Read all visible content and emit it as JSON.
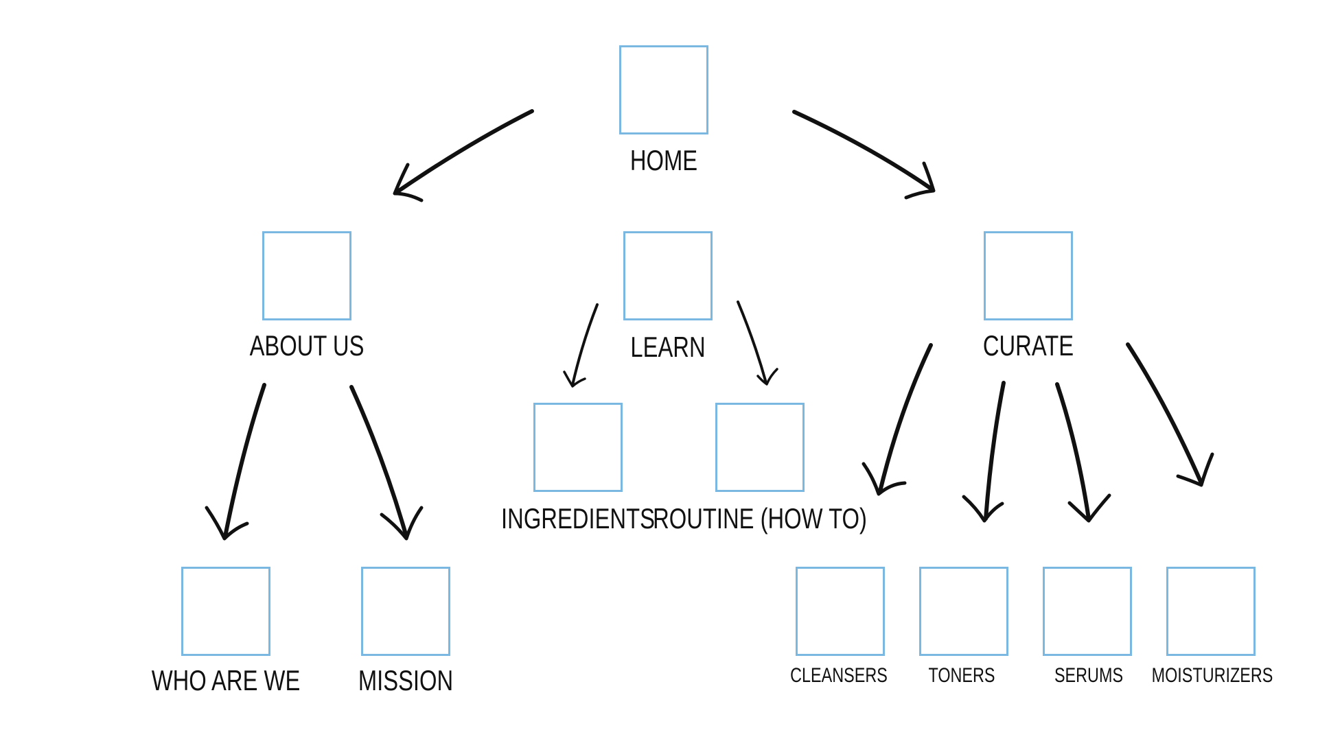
{
  "diagram": {
    "nodes": {
      "home": "HOME",
      "about_us": "ABOUT US",
      "learn": "LEARN",
      "curate": "CURATE",
      "who_are_we": "WHO ARE WE",
      "mission": "MISSION",
      "ingredients": "INGREDIENTS",
      "routine": "ROUTINE (HOW TO)",
      "cleansers": "CLEANSERS",
      "toners": "TONERS",
      "serums": "SERUMS",
      "moisturizers": "MOISTURIZERS"
    },
    "edges": [
      {
        "from": "HOME",
        "to": "ABOUT US"
      },
      {
        "from": "HOME",
        "to": "CURATE"
      },
      {
        "from": "ABOUT US",
        "to": "WHO ARE WE"
      },
      {
        "from": "ABOUT US",
        "to": "MISSION"
      },
      {
        "from": "LEARN",
        "to": "INGREDIENTS"
      },
      {
        "from": "LEARN",
        "to": "ROUTINE (HOW TO)"
      },
      {
        "from": "CURATE",
        "to": "CLEANSERS"
      },
      {
        "from": "CURATE",
        "to": "TONERS"
      },
      {
        "from": "CURATE",
        "to": "SERUMS"
      },
      {
        "from": "CURATE",
        "to": "MOISTURIZERS"
      }
    ],
    "colors": {
      "box_border": "#7ab8e2",
      "arrow": "#111111",
      "text": "#111111",
      "background": "#ffffff"
    }
  }
}
